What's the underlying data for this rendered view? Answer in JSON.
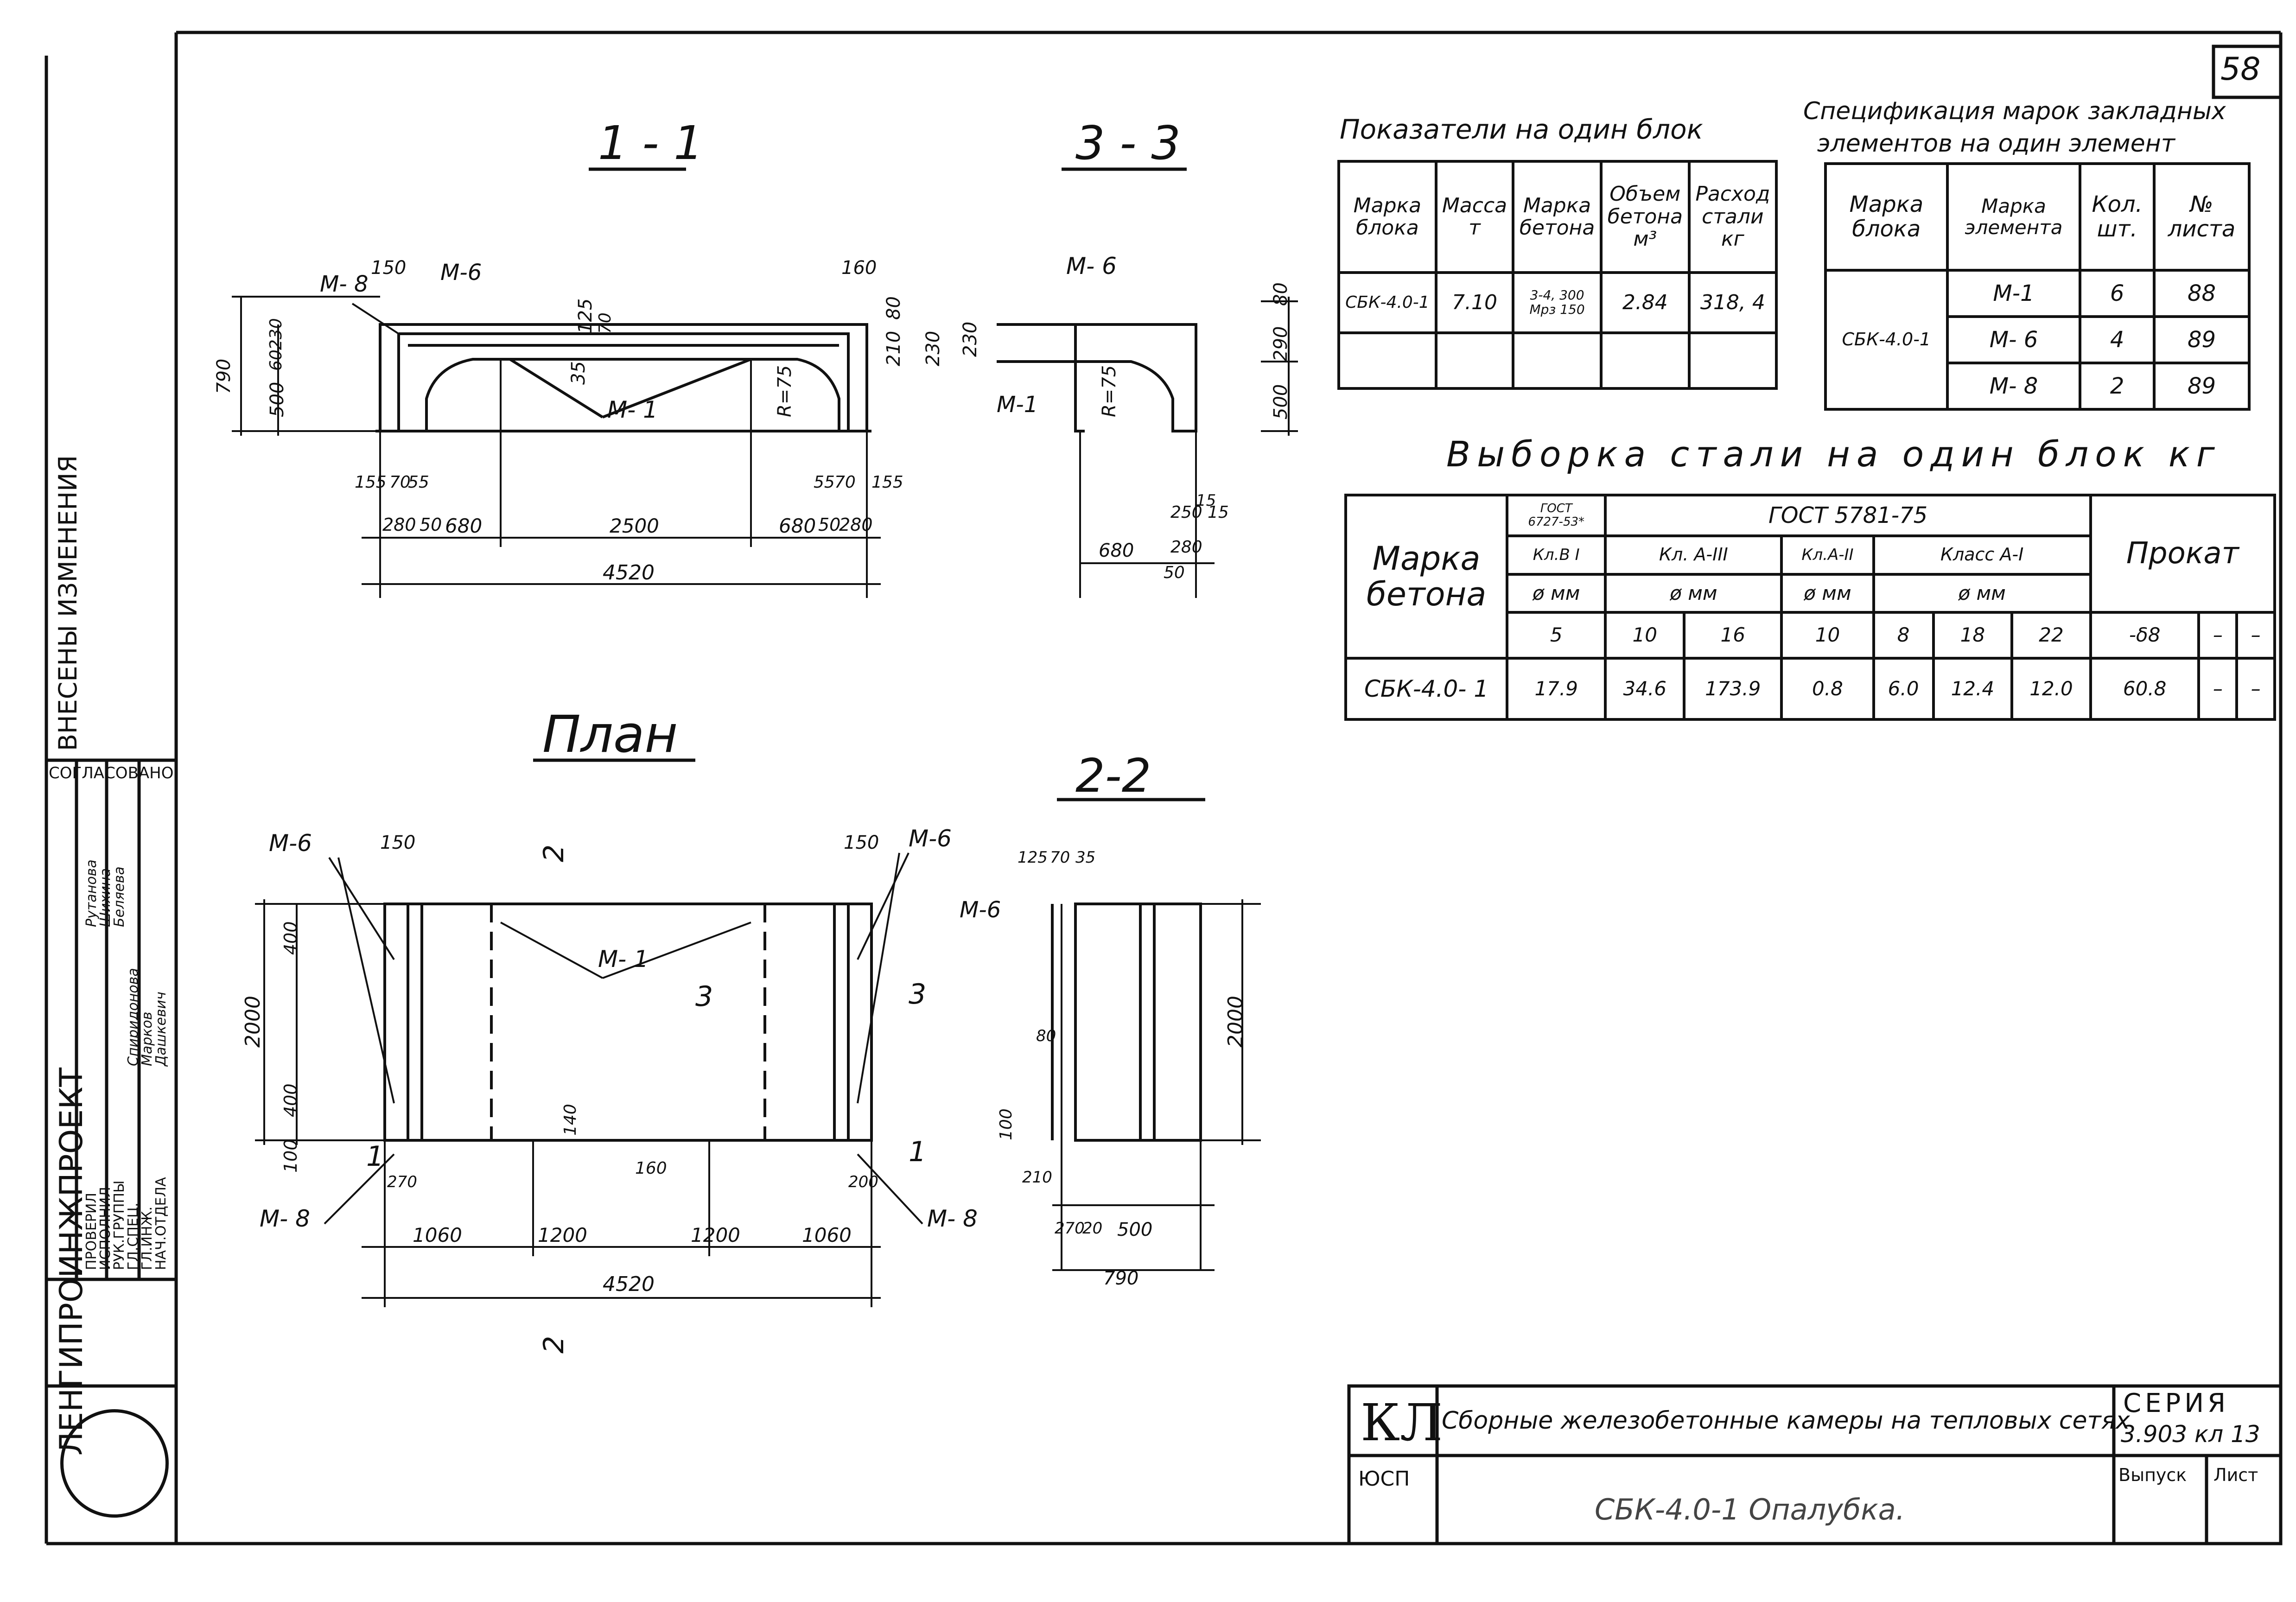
{
  "sheet_number": "58",
  "section_titles": {
    "s11": "1 - 1",
    "s33": "3 - 3",
    "plan": "План",
    "s22": "2-2"
  },
  "left_strip": {
    "changes": "ВНЕСЕНЫ ИЗМЕНЕНИЯ",
    "org": "ЛЕНГИПРОИНЖПРОЕКТ",
    "agreed": "СОГЛАСОВАНО:",
    "roles": [
      "ГЛ.ИНЖ.",
      "НАЧ.ОТДЕЛА",
      "ГЛ.СПЕЦ.",
      "РУК.ГРУППЫ",
      "ИСПОЛНИЛ",
      "ПРОВЕРИЛ"
    ],
    "names": [
      "Марков",
      "Дашкевич",
      "Спиридонова",
      "Беляева",
      "Шихина",
      "Рутанова"
    ]
  },
  "dims_11": {
    "labels": [
      "М- 8",
      "М-6",
      "150",
      "125",
      "70",
      "160",
      "80",
      "210",
      "230",
      "790",
      "500",
      "60",
      "230",
      "35",
      "М- 1",
      "R=75",
      "155",
      "70",
      "55",
      "55",
      "70",
      "155",
      "280",
      "50",
      "680",
      "2500",
      "680",
      "50",
      "280",
      "4520"
    ]
  },
  "dims_33": {
    "labels": [
      "М- 6",
      "80",
      "230",
      "290",
      "500",
      "М-1",
      "R=75",
      "15",
      "250",
      "15",
      "680",
      "280",
      "50"
    ]
  },
  "dims_plan": {
    "labels": [
      "М-6",
      "150",
      "150",
      "М-6",
      "400",
      "2000",
      "400",
      "100",
      "М- 1",
      "3",
      "3",
      "140",
      "160",
      "270",
      "200",
      "М- 8",
      "М- 8",
      "1",
      "1",
      "1060",
      "1200",
      "1200",
      "1060",
      "4520",
      "2",
      "2"
    ]
  },
  "dims_22": {
    "labels": [
      "125",
      "70",
      "35",
      "М-6",
      "80",
      "2000",
      "100",
      "210",
      "270",
      "20",
      "500",
      "790"
    ]
  },
  "indicators": {
    "title": "Показатели на один блок",
    "headers": [
      [
        "Марка",
        "блока"
      ],
      [
        "Масса",
        "т"
      ],
      [
        "Марка",
        "бетона"
      ],
      [
        "Объем",
        "бетона",
        "м³"
      ],
      [
        "Расход",
        "стали",
        "кг"
      ]
    ],
    "row": [
      "СБК-4.0-1",
      "7.10",
      "3-4, 300",
      "Мрз 150",
      "2.84",
      "318, 4"
    ]
  },
  "spec": {
    "title": [
      "Спецификация марок закладных",
      "элементов на один элемент"
    ],
    "headers": [
      [
        "Марка",
        "блока"
      ],
      [
        "Марка",
        "элемента"
      ],
      [
        "Кол.",
        "шт."
      ],
      [
        "№",
        "листа"
      ]
    ],
    "block": "СБК-4.0-1",
    "rows": [
      [
        "М-1",
        "6",
        "88"
      ],
      [
        "М- 6",
        "4",
        "89"
      ],
      [
        "М- 8",
        "2",
        "89"
      ]
    ]
  },
  "steel": {
    "title": "Выборка стали на один блок кг",
    "col_marka": [
      "Марка",
      "бетона"
    ],
    "gost_small": [
      "ГОСТ",
      "6727-53*"
    ],
    "gost_main": "ГОСТ 5781-75",
    "classes": [
      "Кл.В I",
      "Кл. А-III",
      "Кл.А-II",
      "Класс А-I"
    ],
    "units": [
      "ø мм",
      "ø мм",
      "ø мм",
      "ø мм"
    ],
    "prokat": "Прокат",
    "diams": [
      "5",
      "10",
      "16",
      "10",
      "8",
      "18",
      "22",
      "-δ8",
      "–",
      "–"
    ],
    "row_name": "СБК-4.0- 1",
    "values": [
      "17.9",
      "34.6",
      "173.9",
      "0.8",
      "6.0",
      "12.4",
      "12.0",
      "60.8",
      "–",
      "–"
    ]
  },
  "title_block": {
    "logo": "КЛ",
    "series_label": "СЕРИЯ",
    "series_value": "3.903 кл 13",
    "description": "Сборные железобетонные камеры на тепловых сетях",
    "issue_label": "Выпуск",
    "sheet_label": "Лист",
    "code": "ЮСП",
    "drawing_name": "СБК-4.0-1 Опалубка."
  }
}
